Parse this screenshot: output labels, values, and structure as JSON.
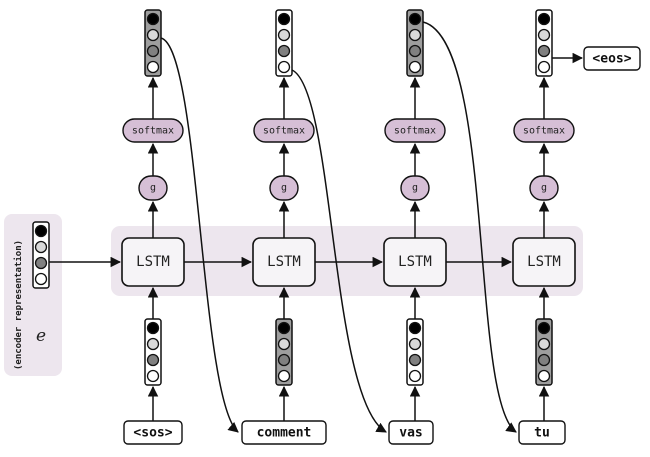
{
  "diagram": {
    "encoder": {
      "label": "(encoder representation)",
      "symbol": "e"
    },
    "lstm_label": "LSTM",
    "g_label": "g",
    "softmax_label": "softmax",
    "inputs": [
      "<sos>",
      "comment",
      "vas",
      "tu"
    ],
    "end_token": "<eos>"
  },
  "colors": {
    "band": "#ede6ee",
    "lstm_fill": "#f6f4f7",
    "lilac": "#d6bfd6",
    "vec_fill_gray": "#9e9e9e",
    "vec_fill_light": "#ffffff",
    "dot_black": "#000000",
    "dot_light": "#d9d9d9",
    "dot_mid": "#808080",
    "dot_white": "#ffffff"
  }
}
